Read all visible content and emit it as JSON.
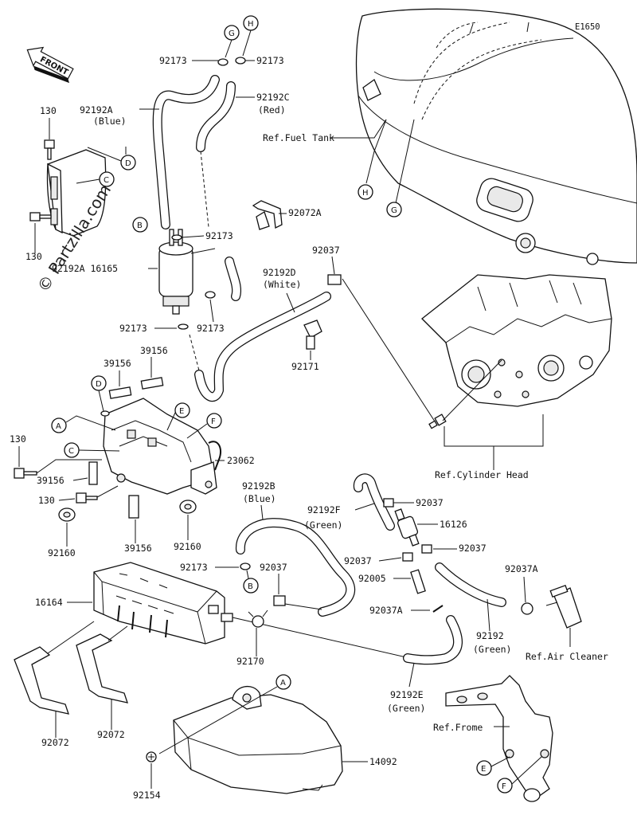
{
  "diagram_code": "E1650",
  "front_arrow": "FRONT",
  "watermark": "© Partzilla.com",
  "refs": {
    "fuel_tank": "Ref.Fuel Tank",
    "cylinder_head": "Ref.Cylinder Head",
    "air_cleaner": "Ref.Air Cleaner",
    "frame": "Ref.Frome"
  },
  "callout_letters": {
    "G": "G",
    "H": "H",
    "B": "B",
    "A": "A",
    "C": "C",
    "D": "D",
    "E": "E",
    "F": "F"
  },
  "parts": {
    "p92173_a": "92173",
    "p92173_b": "92173",
    "p92173_c": "92173",
    "p92173_d": "92173",
    "p92173_e": "92173",
    "p92173_f": "92173",
    "p92192a": "92192A",
    "p92192a_color": "(Blue)",
    "p92192c": "92192C",
    "p92192c_color": "(Red)",
    "p130_a": "130",
    "p130_b": "130",
    "p130_c": "130",
    "p130_d": "130",
    "p92072a": "92072A",
    "p92192a_16165": "92192A 16165",
    "p92037_a": "92037",
    "p92192d": "92192D",
    "p92192d_color": "(White)",
    "p92171": "92171",
    "p39156_a": "39156",
    "p39156_b": "39156",
    "p39156_c": "39156",
    "p39156_d": "39156",
    "p23062": "23062",
    "p92192b": "92192B",
    "p92192b_color": "(Blue)",
    "p92192f": "92192F",
    "p92192f_color": "(Green)",
    "p92037_b": "92037",
    "p16126": "16126",
    "p92037_c": "92037",
    "p92037_d": "92037",
    "p92005": "92005",
    "p92037a_a": "92037A",
    "p92037a_b": "92037A",
    "p92160_a": "92160",
    "p92160_b": "92160",
    "p92037_e": "92037",
    "p16164": "16164",
    "p92170": "92170",
    "p92192": "92192",
    "p92192_color": "(Green)",
    "p92192e": "92192E",
    "p92192e_color": "(Green)",
    "p92072_a": "92072",
    "p92072_b": "92072",
    "p14092": "14092",
    "p92154": "92154"
  }
}
